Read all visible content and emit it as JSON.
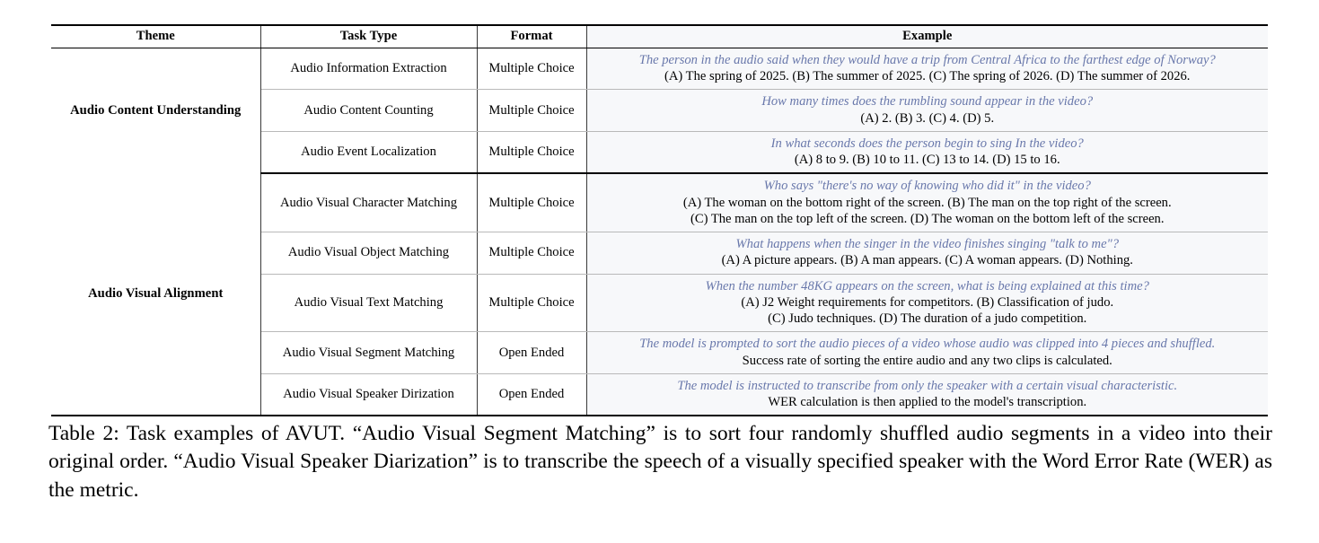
{
  "table": {
    "columns": [
      "Theme",
      "Task Type",
      "Format",
      "Example"
    ],
    "colors": {
      "question_text": "#6978ab",
      "example_background": "#f7f8fa",
      "rule": "#000000",
      "inner_rule": "#b9b9b9"
    },
    "groups": [
      {
        "theme": "Audio Content Understanding",
        "rows": [
          {
            "task_type": "Audio Information Extraction",
            "format": "Multiple Choice",
            "question": "The person in the audio said when they would have a trip from Central Africa to the farthest edge of Norway?",
            "answers": [
              "(A) The spring of 2025. (B) The summer of 2025. (C) The spring of 2026. (D) The summer of 2026."
            ]
          },
          {
            "task_type": "Audio Content Counting",
            "format": "Multiple Choice",
            "question": "How many times does the rumbling sound appear in the video?",
            "answers": [
              "(A) 2. (B) 3. (C) 4. (D) 5."
            ]
          },
          {
            "task_type": "Audio Event Localization",
            "format": "Multiple Choice",
            "question": "In what seconds does the person begin to sing In the video?",
            "answers": [
              "(A) 8 to 9. (B) 10 to 11. (C) 13 to 14. (D) 15 to 16."
            ]
          }
        ]
      },
      {
        "theme": "Audio Visual Alignment",
        "rows": [
          {
            "task_type": "Audio Visual Character Matching",
            "format": "Multiple Choice",
            "question": "Who says \"there's no way of knowing who did it\" in the video?",
            "answers": [
              "(A) The woman on the bottom right of the screen. (B) The man on the top right of the screen.",
              "(C) The man on the top left of the screen. (D) The woman on the bottom left of the screen."
            ]
          },
          {
            "task_type": "Audio Visual Object Matching",
            "format": "Multiple Choice",
            "question": "What happens when the singer in the video finishes singing \"talk to me\"?",
            "answers": [
              "(A) A picture appears. (B) A man appears. (C) A woman appears. (D) Nothing."
            ]
          },
          {
            "task_type": "Audio Visual Text Matching",
            "format": "Multiple Choice",
            "question": "When the number 48KG appears on the screen, what is being explained at this time?",
            "answers": [
              "(A) J2 Weight requirements for competitors. (B) Classification of judo.",
              "(C) Judo techniques. (D) The duration of a judo competition."
            ]
          },
          {
            "task_type": "Audio Visual Segment Matching",
            "format": "Open Ended",
            "question": "The model is prompted to sort the audio pieces of a video whose audio was clipped into 4 pieces and shuffled.",
            "answers": [
              "Success rate of sorting the entire audio and any two clips is calculated."
            ]
          },
          {
            "task_type": "Audio Visual Speaker Dirization",
            "format": "Open Ended",
            "question": "The model is instructed to transcribe from only the speaker with a certain visual characteristic.",
            "answers": [
              "WER calculation is then applied to the model's transcription."
            ]
          }
        ]
      }
    ]
  },
  "caption": {
    "label": "Table 2:",
    "text": "Task examples of AVUT. “Audio Visual Segment Matching” is to sort four randomly shuffled audio segments in a video into their original order. “Audio Visual Speaker Diarization” is to transcribe the speech of a visually specified speaker with the Word Error Rate (WER) as the metric."
  }
}
